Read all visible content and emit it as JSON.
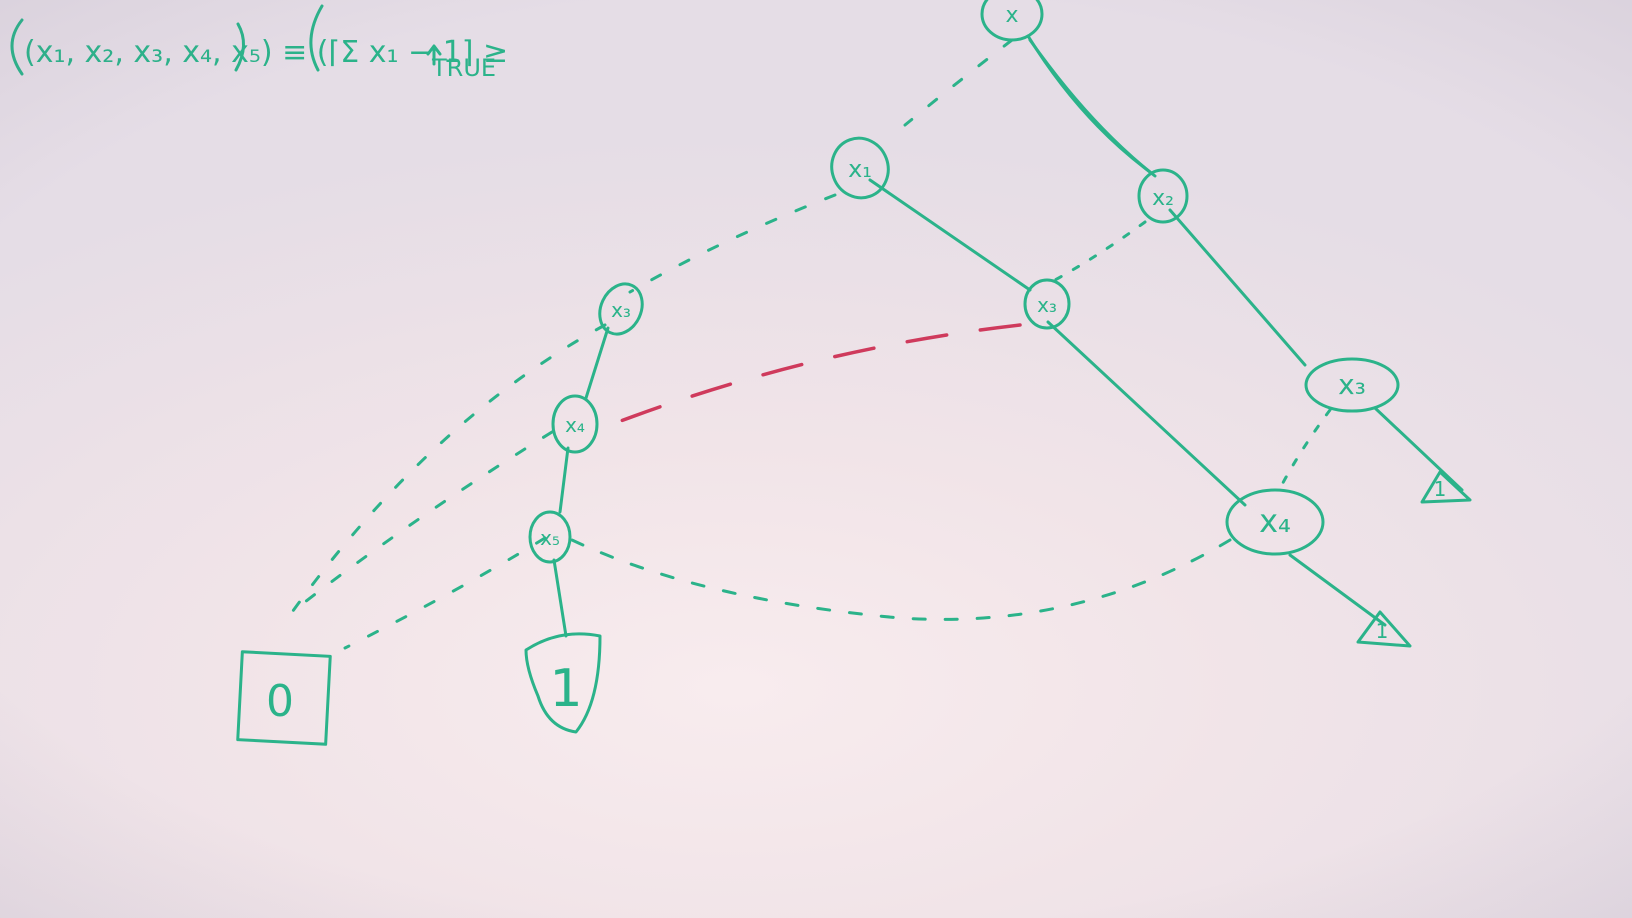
{
  "colors": {
    "marker_green": "#2bb38a",
    "marker_red": "#cf3a5c",
    "board": "#f1e4e8"
  },
  "formula": {
    "lhs": "(x₁, x₂, x₃, x₄, x₅) ≡ (⌈Σ x₁ − 1⌉ ≥",
    "annotation": "TRUE"
  },
  "nodes": {
    "top": "x",
    "x1": "x₁",
    "x2": "x₂",
    "x3_left": "x₃",
    "x3_mid": "x₃",
    "x3_right": "x₃",
    "x4_left": "x₄",
    "x4_right": "x₄",
    "x5": "x₅"
  },
  "terminals": {
    "zero": "0",
    "one": "1",
    "one_small_a": "1",
    "one_small_b": "1"
  }
}
